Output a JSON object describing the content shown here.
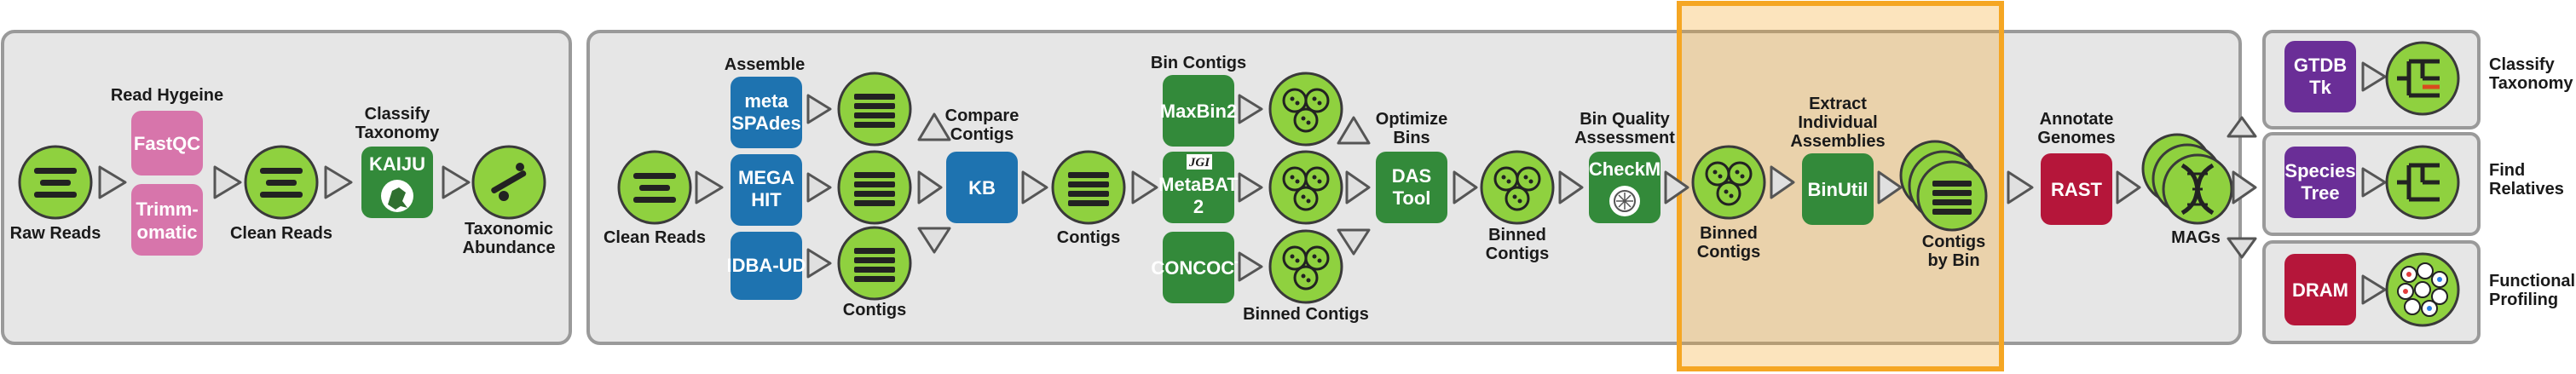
{
  "colors": {
    "pink": "#d775ab",
    "blue": "#1e73b0",
    "green": "#338a3a",
    "red": "#b5163a",
    "purple": "#6a2e97",
    "node_green": "#8fd13f",
    "highlight": "#f5a623"
  },
  "panel1": {
    "raw_reads": "Raw Reads",
    "read_hygiene": "Read Hygeine",
    "fastqc": "FastQC",
    "trimmomatic_l1": "Trimm-",
    "trimmomatic_l2": "omatic",
    "clean_reads": "Clean Reads",
    "classify_l1": "Classify",
    "classify_l2": "Taxonomy",
    "kaiju": "KAIJU",
    "tax_l1": "Taxonomic",
    "tax_l2": "Abundance"
  },
  "panel2": {
    "clean_reads": "Clean Reads",
    "assemble": "Assemble",
    "metaspades_l1": "meta",
    "metaspades_l2": "SPAdes",
    "megahit_l1": "MEGA",
    "megahit_l2": "HIT",
    "idba": "IDBA-UD",
    "contigs": "Contigs",
    "compare_l1": "Compare",
    "compare_l2": "Contigs",
    "kb": "KB",
    "contigs2": "Contigs",
    "bin_contigs": "Bin Contigs",
    "maxbin": "MaxBin2",
    "jgi": "JGI",
    "metabat_l1": "MetaBAT",
    "metabat_l2": "2",
    "concoct": "CONCOCT",
    "binned_contigs": "Binned Contigs",
    "optimize_l1": "Optimize",
    "optimize_l2": "Bins",
    "das_l1": "DAS",
    "das_l2": "Tool",
    "binned_l1": "Binned",
    "binned_l2": "Contigs",
    "quality_l1": "Bin Quality",
    "quality_l2": "Assessment",
    "checkm": "CheckM",
    "binned2_l1": "Binned",
    "binned2_l2": "Contigs",
    "extract_l1": "Extract",
    "extract_l2": "Individual",
    "extract_l3": "Assemblies",
    "binutil": "BinUtil",
    "cbb_l1": "Contigs",
    "cbb_l2": "by Bin",
    "annotate_l1": "Annotate",
    "annotate_l2": "Genomes",
    "rast": "RAST",
    "mags": "MAGs"
  },
  "panel3": {
    "gtdb_l1": "GTDB",
    "gtdb_l2": "Tk",
    "classify_l1": "Classify",
    "classify_l2": "Taxonomy",
    "species_l1": "Species",
    "species_l2": "Tree",
    "find_l1": "Find",
    "find_l2": "Relatives",
    "dram": "DRAM",
    "func_l1": "Functional",
    "func_l2": "Profiling"
  }
}
